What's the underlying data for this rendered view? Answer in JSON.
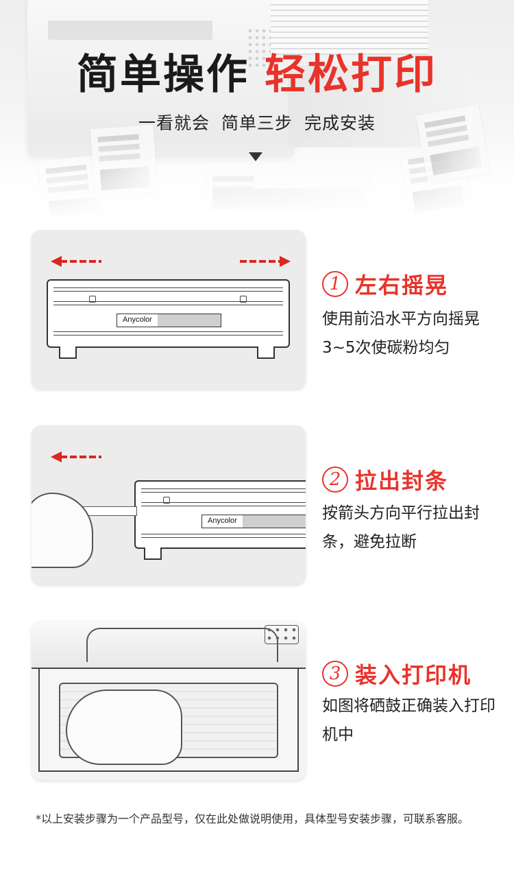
{
  "header": {
    "title_dark": "简单操作",
    "title_red": "轻松打印",
    "subtitle": "一看就会 简单三步 完成安装",
    "accent_color": "#e8332a"
  },
  "steps": [
    {
      "number": "1",
      "title": "左右摇晃",
      "description": "使用前沿水平方向摇晃3~5次使碳粉均匀",
      "image": {
        "arrows": [
          "arrow-left-icon",
          "arrow-right-icon"
        ],
        "brand_label": "Anycolor"
      }
    },
    {
      "number": "2",
      "title": "拉出封条",
      "description": "按箭头方向平行拉出封条，避免拉断",
      "image": {
        "arrows": [
          "arrow-left-icon"
        ],
        "brand_label": "Anycolor"
      }
    },
    {
      "number": "3",
      "title": "装入打印机",
      "description": "如图将硒鼓正确装入打印机中",
      "image": {
        "arrows": []
      }
    }
  ],
  "footnote": "*以上安装步骤为一个产品型号，仅在此处做说明使用，具体型号安装步骤，可联系客服。"
}
